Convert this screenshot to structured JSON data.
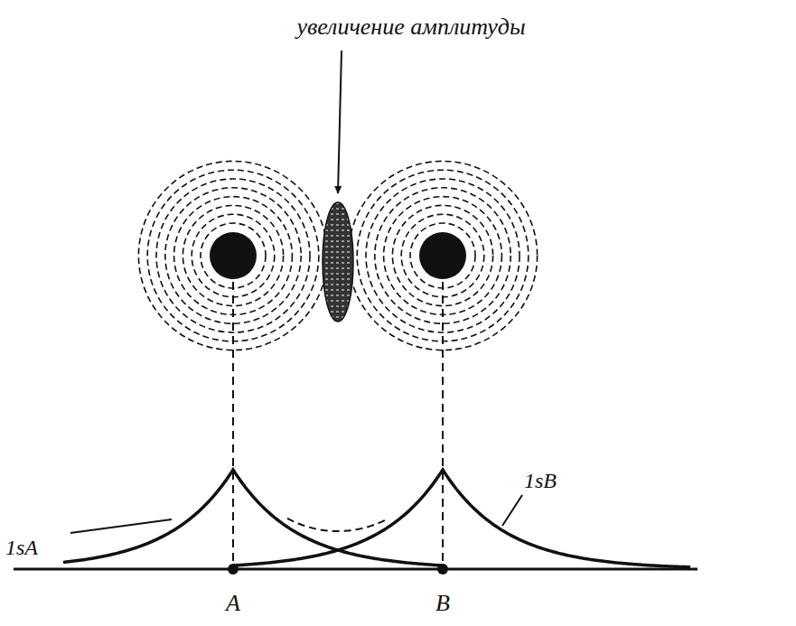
{
  "diagram": {
    "labels": [
      "увеличение амплитуды",
      "1sA",
      "1sB",
      "A",
      "B"
    ]
  }
}
